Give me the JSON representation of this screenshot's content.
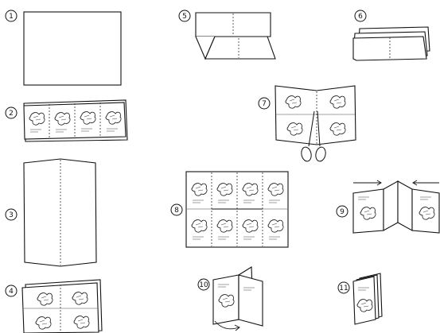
{
  "steps": [
    {
      "number": "1",
      "depicts": "blank-sheet"
    },
    {
      "number": "2",
      "depicts": "printed-strip"
    },
    {
      "number": "3",
      "depicts": "fold-in-half"
    },
    {
      "number": "4",
      "depicts": "folded-printed-sheet"
    },
    {
      "number": "5",
      "depicts": "fold-to-tent"
    },
    {
      "number": "6",
      "depicts": "folded-flat-strip"
    },
    {
      "number": "7",
      "depicts": "cut-with-scissors"
    },
    {
      "number": "8",
      "depicts": "unfolded-printed-sheet"
    },
    {
      "number": "9",
      "depicts": "push-ends-inward"
    },
    {
      "number": "10",
      "depicts": "fold-pages-around"
    },
    {
      "number": "11",
      "depicts": "finished-booklet"
    }
  ],
  "colors": {
    "ink": "#111111",
    "paper": "#ffffff"
  }
}
